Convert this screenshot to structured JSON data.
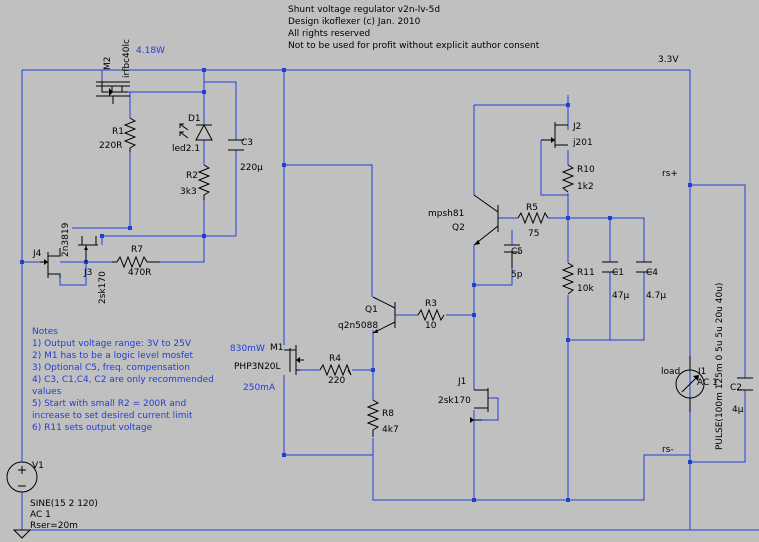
{
  "header": {
    "title": "Shunt voltage regulator v2n-lv-5d",
    "design": "Design ikoflexer (c) Jan. 2010",
    "rights": "All rights reserved",
    "consent": "Not to be used for profit without explicit author consent"
  },
  "nets": {
    "vout": "3.3V",
    "rs_plus": "rs+",
    "rs_minus": "rs-"
  },
  "power": {
    "m2": "4.18W",
    "m1": "830mW",
    "current": "250mA"
  },
  "components": {
    "m2": {
      "ref": "M2",
      "part": "irfbc40lc"
    },
    "r1": {
      "ref": "R1",
      "value": "220R"
    },
    "d1": {
      "ref": "D1",
      "part": "led2.1"
    },
    "c3": {
      "ref": "C3",
      "value": "220µ"
    },
    "r2": {
      "ref": "R2",
      "value": "3k3"
    },
    "j4": {
      "ref": "J4",
      "part": "2n3819"
    },
    "j3": {
      "ref": "J3",
      "part": "2sk170"
    },
    "r7": {
      "ref": "R7",
      "value": "470R"
    },
    "q1": {
      "ref": "Q1",
      "part": "q2n5088"
    },
    "r3": {
      "ref": "R3",
      "value": "10"
    },
    "m1": {
      "ref": "M1",
      "part": "PHP3N20L"
    },
    "r4": {
      "ref": "R4",
      "value": "220"
    },
    "r8": {
      "ref": "R8",
      "value": "4k7"
    },
    "j2": {
      "ref": "J2",
      "part": "j201"
    },
    "r10": {
      "ref": "R10",
      "value": "1k2"
    },
    "q2": {
      "ref": "Q2",
      "part": "mpsh81"
    },
    "r5": {
      "ref": "R5",
      "value": "75"
    },
    "c5": {
      "ref": "C5",
      "value": "5p"
    },
    "r11": {
      "ref": "R11",
      "value": "10k"
    },
    "c1": {
      "ref": "C1",
      "value": "47µ"
    },
    "c4": {
      "ref": "C4",
      "value": "4.7µ"
    },
    "j1": {
      "ref": "J1",
      "part": "2sk170"
    },
    "i1": {
      "ref": "I1",
      "name": "load",
      "spec": "PULSE(100m 125m 0 5u 5u 20u 40u)",
      "ac": "AC 1"
    },
    "c2": {
      "ref": "C2",
      "value": "4µ"
    },
    "v1": {
      "ref": "V1",
      "sine": "SINE(15 2 120)",
      "ac": "AC 1",
      "rser": "Rser=20m"
    }
  },
  "notes": [
    "Notes",
    "1) Output voltage range: 3V to 25V",
    "2) M1 has to be a logic level mosfet",
    "3) Optional C5, freq. compensation",
    "4) C3, C1,C4, C2 are only recommended",
    "values",
    "5) Start with small  R2 = 200R and",
    "increase to set desired current limit",
    "6) R11 sets output voltage"
  ]
}
